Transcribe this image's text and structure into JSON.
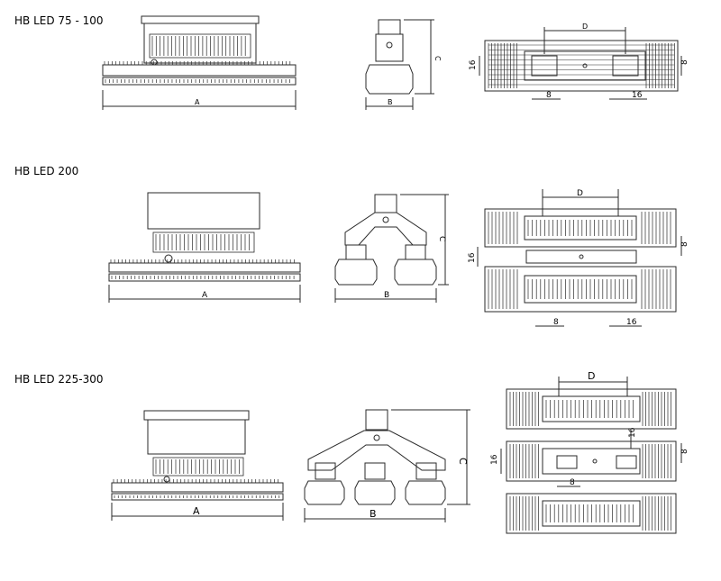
{
  "models": [
    {
      "title": "HB LED 75 - 100",
      "dims": {
        "a": "A",
        "b": "B",
        "c": "C",
        "d": "D",
        "h": "16",
        "v": "8",
        "hl": "8",
        "hr": "16"
      }
    },
    {
      "title": "HB LED 200",
      "dims": {
        "a": "A",
        "b": "B",
        "c": "C",
        "d": "D",
        "h": "16",
        "v": "8",
        "hl": "8",
        "hr": "16"
      }
    },
    {
      "title": "HB LED 225-300",
      "dims": {
        "a": "A",
        "b": "B",
        "c": "C",
        "d": "D",
        "h": "16",
        "v": "8",
        "hl": "8",
        "hr": "16"
      }
    }
  ],
  "colors": {
    "line": "#2a2a2a",
    "body": "#ffffff",
    "background": "#ffffff"
  }
}
